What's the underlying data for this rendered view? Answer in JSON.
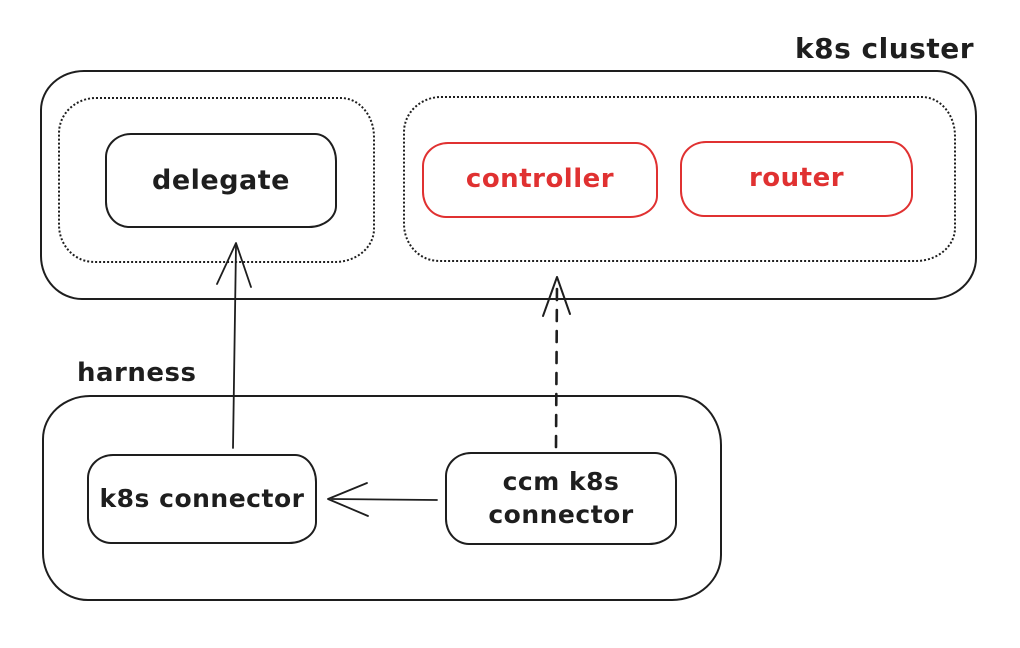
{
  "colors": {
    "stroke": "#1e1e1e",
    "accent_red": "#e03131",
    "background": "#ffffff"
  },
  "cluster": {
    "label": "k8s cluster",
    "delegate_label": "delegate",
    "controller_label": "controller",
    "router_label": "router"
  },
  "harness": {
    "label": "harness",
    "k8s_connector_label": "k8s connector",
    "ccm_k8s_connector_label": "ccm k8s connector"
  }
}
